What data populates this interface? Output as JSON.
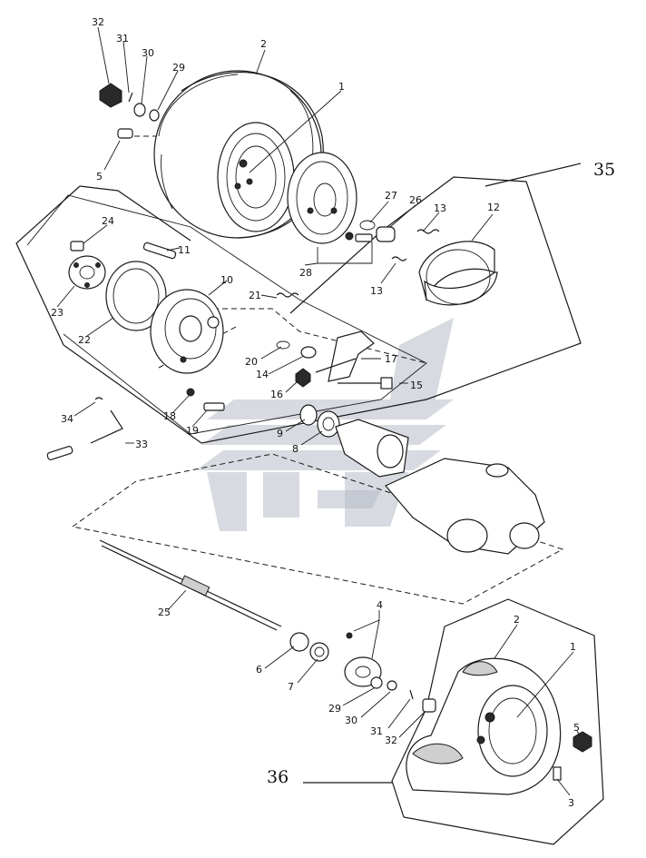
{
  "callouts": {
    "c32a": "32",
    "c31a": "31",
    "c30a": "30",
    "c29a": "29",
    "c2a": "2",
    "c1a": "1",
    "c5a": "5",
    "c35": "35",
    "c27": "27",
    "c26": "26",
    "c13a": "13",
    "c12": "12",
    "c13b": "13",
    "c28": "28",
    "c24": "24",
    "c11": "11",
    "c10": "10",
    "c21": "21",
    "c23": "23",
    "c22": "22",
    "c20": "20",
    "c14": "14",
    "c17": "17",
    "c16": "16",
    "c15": "15",
    "c34": "34",
    "c18": "18",
    "c19": "19",
    "c9": "9",
    "c8": "8",
    "c33": "33",
    "c25": "25",
    "c4": "4",
    "c6": "6",
    "c7": "7",
    "c2b": "2",
    "c1b": "1",
    "c29b": "29",
    "c30b": "30",
    "c31b": "31",
    "c32b": "32",
    "c5b": "5",
    "c36": "36",
    "c3": "3"
  }
}
